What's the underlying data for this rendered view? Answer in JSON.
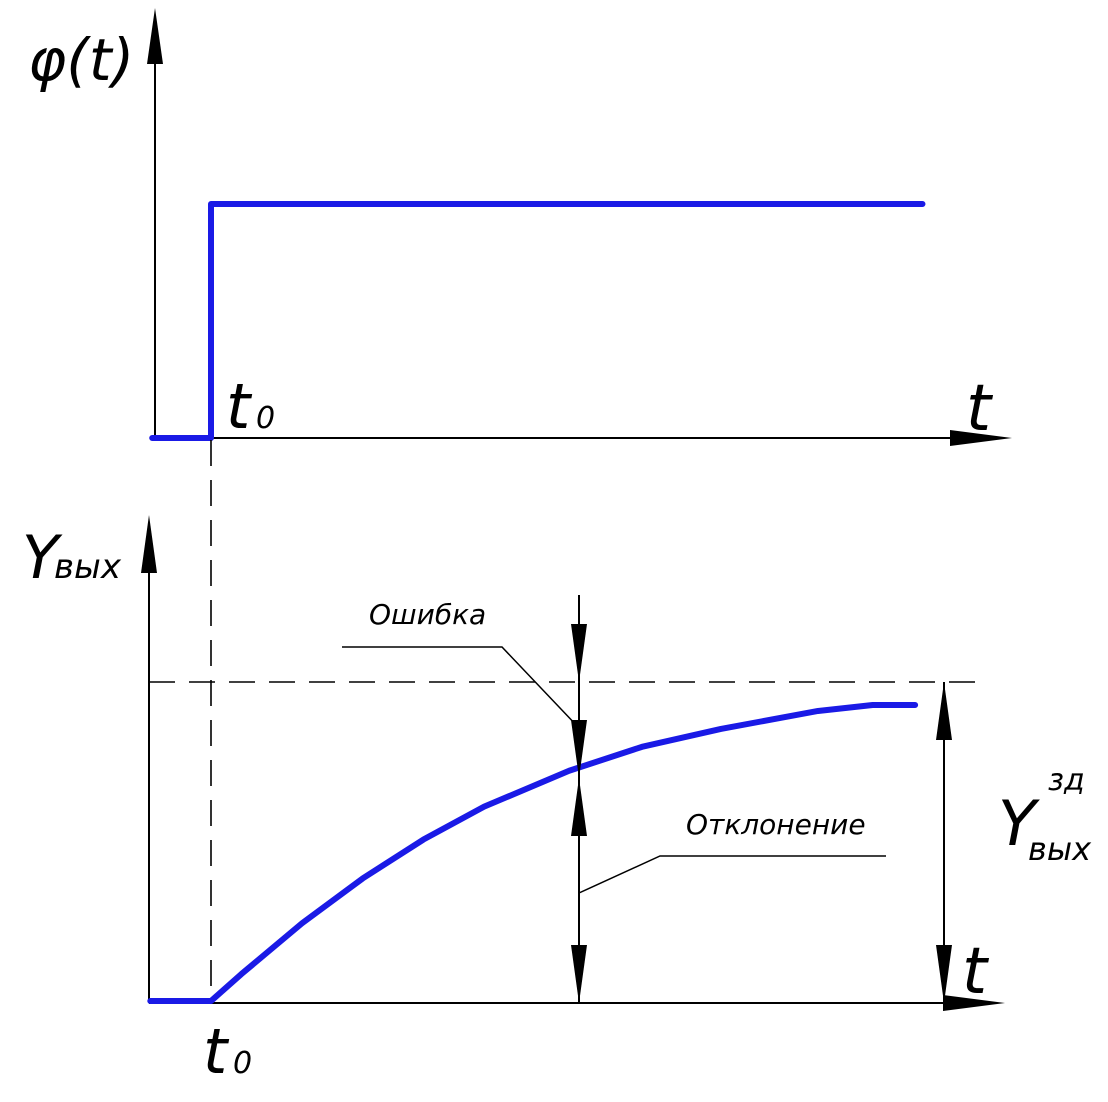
{
  "top_plot": {
    "ylabel": "φ(t)",
    "xlabel": "t",
    "t0_main": "t",
    "t0_sub": "0"
  },
  "bottom_plot": {
    "ylabel_main": "Y",
    "ylabel_sub": "вых",
    "xlabel": "t",
    "t0_main": "t",
    "t0_sub": "0",
    "error_label": "Ошибка",
    "deviation_label": "Отклонение",
    "setpoint_main": "Y",
    "setpoint_sup": "зд",
    "setpoint_sub": "вых"
  },
  "colors": {
    "curve": "#1a1ae6",
    "axes": "#000000"
  },
  "chart_data": [
    {
      "type": "line",
      "series": [
        {
          "x": [
            0,
            1,
            1,
            13.1
          ],
          "y": [
            0,
            0,
            1,
            1
          ]
        }
      ],
      "xlim": [
        -0.9,
        14
      ],
      "ylim": [
        0,
        1.25
      ]
    },
    {
      "type": "line",
      "series": [
        {
          "x": [
            -1,
            0,
            0.5,
            1.5,
            2.5,
            3.5,
            4.5,
            5.9,
            7.1,
            8.4,
            10.0,
            10.9,
            11.6
          ],
          "y": [
            0,
            0,
            0.09,
            0.26,
            0.41,
            0.54,
            0.65,
            0.77,
            0.85,
            0.91,
            0.97,
            0.99,
            0.99
          ]
        }
      ],
      "setpoint": 1.08,
      "xlim": [
        -1,
        13.5
      ],
      "ylim": [
        0,
        1.45
      ]
    }
  ]
}
